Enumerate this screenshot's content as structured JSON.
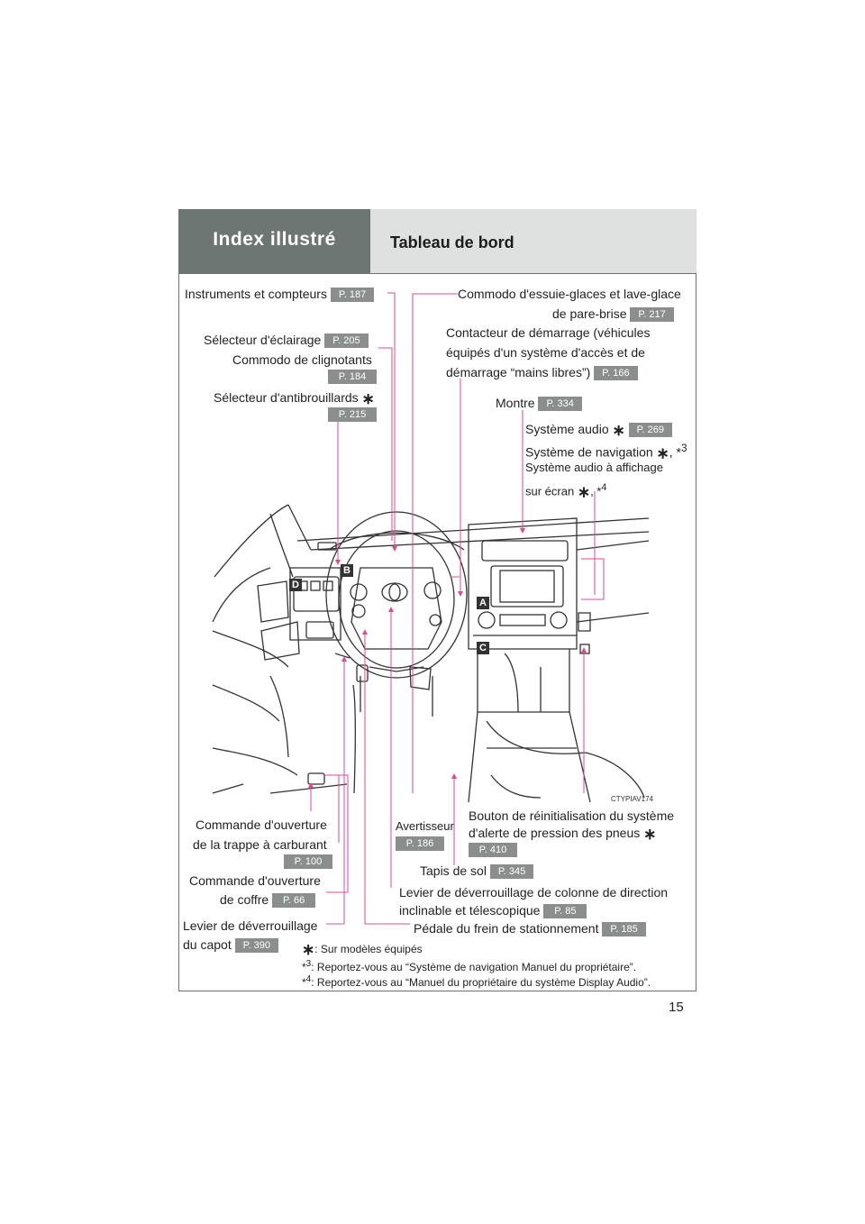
{
  "header": {
    "section": "Index illustré",
    "title": "Tableau de bord"
  },
  "callouts": {
    "instruments": {
      "label": "Instruments et compteurs",
      "page": "P. 187"
    },
    "eclairage": {
      "label": "Sélecteur d'éclairage",
      "page": "P. 205"
    },
    "clignotants": {
      "label": "Commodo de clignotants",
      "page": "P. 184"
    },
    "antibrouillards": {
      "label": "Sélecteur d'antibrouillards",
      "page": "P. 215"
    },
    "essuie_glaces": {
      "line1": "Commodo d'essuie-glaces et lave-glace",
      "line2": "de pare-brise",
      "page": "P. 217"
    },
    "demarrage": {
      "line1": "Contacteur de démarrage (véhicules",
      "line2": "équipés d'un système d'accès et de",
      "line3": "démarrage “mains libres”)",
      "page": "P. 166"
    },
    "montre": {
      "label": "Montre",
      "page": "P. 334"
    },
    "audio": {
      "label": "Système audio",
      "page": "P. 269"
    },
    "navigation": {
      "label": "Système de navigation",
      "suffix": ", *",
      "sup": "3"
    },
    "audio_ecran": {
      "line1": "Système audio à affichage",
      "line2": "sur écran",
      "suffix": ", *",
      "sup": "4"
    },
    "trappe": {
      "line1": "Commande d'ouverture",
      "line2": "de la trappe à carburant",
      "page": "P. 100"
    },
    "coffre": {
      "line1": "Commande d'ouverture",
      "line2": "de coffre",
      "page": "P. 66"
    },
    "capot": {
      "line1": "Levier de déverrouillage",
      "line2": "du capot",
      "page": "P. 390"
    },
    "avertisseur": {
      "label": "Avertisseur",
      "page": "P. 186"
    },
    "pneus": {
      "line1": "Bouton de réinitialisation du système",
      "line2": "d'alerte de pression des pneus",
      "page": "P. 410"
    },
    "tapis": {
      "label": "Tapis de sol",
      "page": "P. 345"
    },
    "colonne": {
      "line1": "Levier de déverrouillage de colonne de direction",
      "line2": "inclinable et télescopique",
      "page": "P. 85"
    },
    "frein": {
      "label": "Pédale du frein de stationnement",
      "page": "P. 185"
    }
  },
  "markers": {
    "a": "A",
    "b": "B",
    "c": "C",
    "d": "D"
  },
  "image_code": "CTYPIAV174",
  "footnotes": {
    "star_text": ": Sur modèles équipés",
    "n3_mark": "*",
    "n3_sup": "3",
    "n3_text": ": Reportez-vous au “Système de navigation Manuel du propriétaire”.",
    "n4_mark": "*",
    "n4_sup": "4",
    "n4_text": ": Reportez-vous au “Manuel du propriétaire du système Display Audio”."
  },
  "page_number": "15",
  "colors": {
    "header_dark": "#6d7673",
    "header_light": "#dfe1e0",
    "callout_line": "#e0488f",
    "page_tag": "#8a8f8d"
  }
}
